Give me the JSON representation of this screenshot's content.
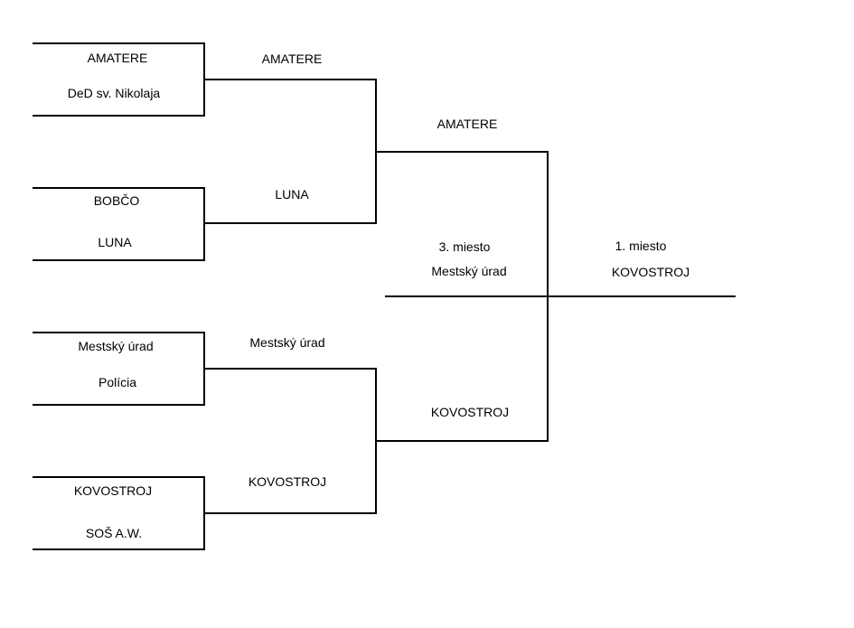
{
  "round1": [
    {
      "team_a": "AMATERE",
      "team_b": "DeD sv. Nikolaja"
    },
    {
      "team_a": "BOBČO",
      "team_b": "LUNA"
    },
    {
      "team_a": "Mestský úrad",
      "team_b": "Polícia"
    },
    {
      "team_a": "KOVOSTROJ",
      "team_b": "SOŠ A.W."
    }
  ],
  "round2_winners": [
    "AMATERE",
    "LUNA",
    "Mestský úrad",
    "KOVOSTROJ"
  ],
  "semifinal_winners": [
    "AMATERE",
    "KOVOSTROJ"
  ],
  "third_place": {
    "label": "3. miesto",
    "team": "Mestský úrad"
  },
  "first_place": {
    "label": "1. miesto",
    "team": "KOVOSTROJ"
  },
  "line_color": "#000000"
}
